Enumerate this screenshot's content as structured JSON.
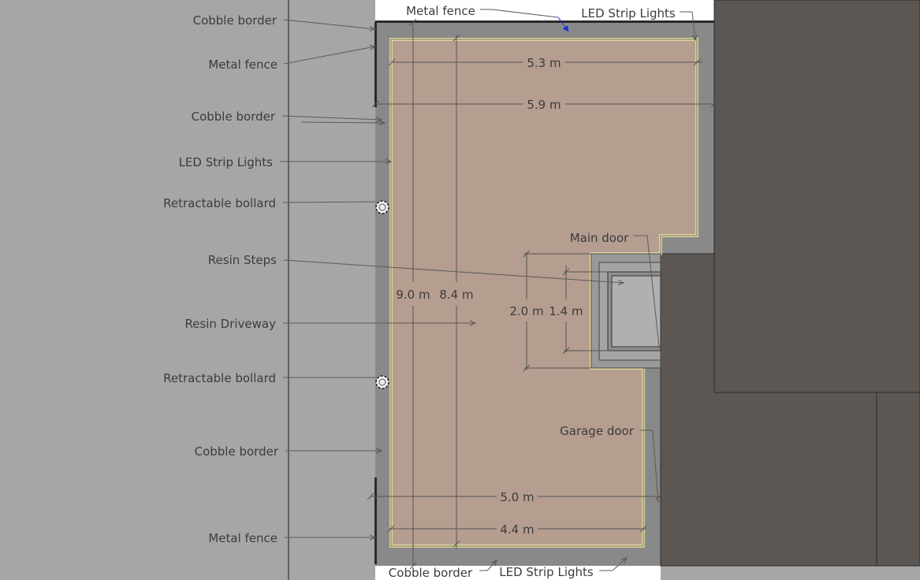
{
  "callouts": {
    "left_cobble_1": "Cobble border",
    "left_fence_1": "Metal fence",
    "left_cobble_2": "Cobble border",
    "left_led": "LED Strip Lights",
    "left_bollard_1": "Retractable bollard",
    "left_steps": "Resin Steps",
    "left_driveway": "Resin Driveway",
    "left_bollard_2": "Retractable bollard",
    "left_cobble_3": "Cobble border",
    "left_fence_2": "Metal fence",
    "top_fence": "Metal fence",
    "top_led": "LED Strip Lights",
    "main_door": "Main door",
    "garage_door": "Garage door",
    "bottom_cobble": "Cobble border",
    "bottom_led": "LED Strip Lights"
  },
  "dimensions": {
    "top_inner_width": "5.3 m",
    "top_outer_width": "5.9 m",
    "outer_length": "9.0 m",
    "inner_length": "8.4 m",
    "steps_outer_depth": "2.0 m",
    "steps_inner_depth": "1.4 m",
    "bottom_outer_width": "5.0 m",
    "bottom_inner_width": "4.4 m"
  },
  "colors": {
    "background": "#a6a6a6",
    "cobble": "#898989",
    "resin": "#b59d90",
    "led": "#f2eaa6",
    "house": "#5c5753",
    "white_strip": "#ffffff"
  }
}
